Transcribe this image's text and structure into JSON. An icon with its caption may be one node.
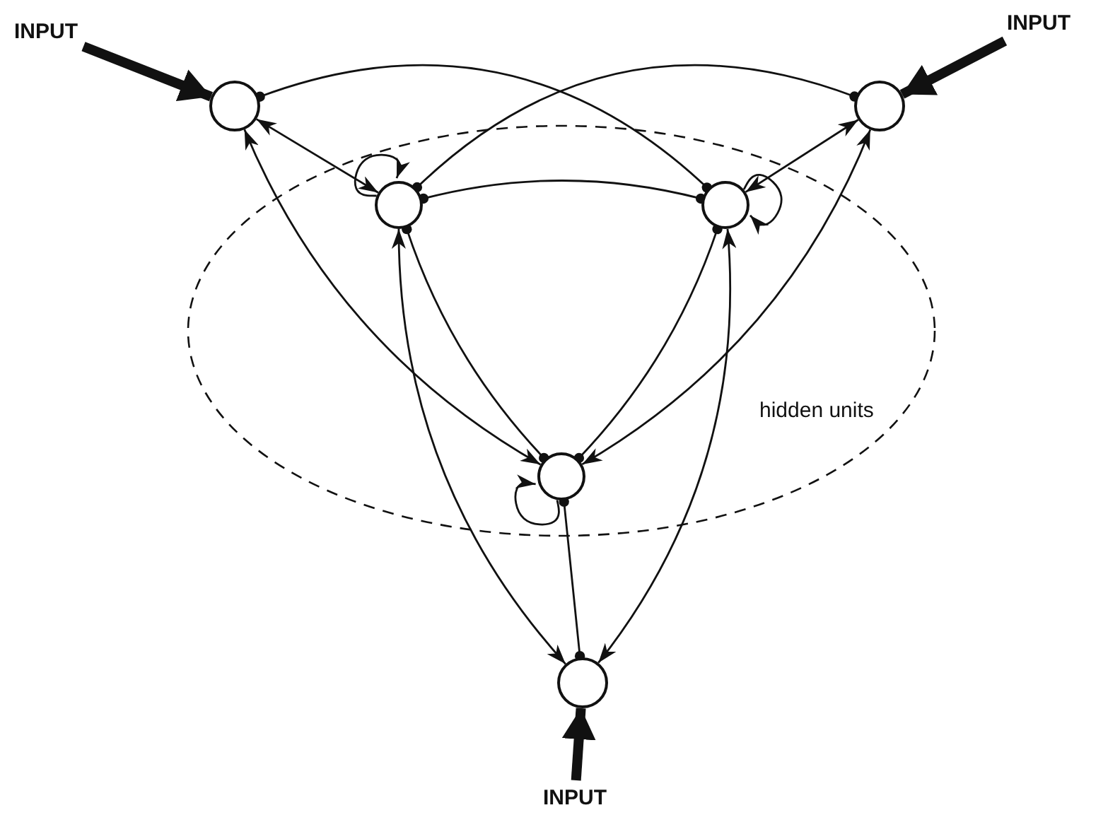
{
  "diagram": {
    "nodes": [
      {
        "text": [
          "INPUT"
        ]
      },
      {
        "text": [],
        "shape": "circle"
      },
      {
        "text": [
          "INPUT"
        ]
      },
      {
        "text": [],
        "shape": "circle"
      },
      {
        "text": [
          "hidden units"
        ]
      },
      {
        "text": [],
        "shape": "circle",
        "in": 4
      },
      {
        "text": [],
        "shape": "circle",
        "in": 4
      },
      {
        "text": [],
        "shape": "circle",
        "in": 4
      },
      {
        "text": [],
        "shape": "circle"
      },
      {
        "text": [
          "INPUT"
        ]
      }
    ],
    "edges": [
      {
        "from": 0,
        "to": 1,
        "arrow": "to",
        "style": "thick"
      },
      {
        "from": 2,
        "to": 3,
        "arrow": "to",
        "style": "thick"
      },
      {
        "from": 9,
        "to": 8,
        "arrow": "to",
        "style": "thick"
      },
      {
        "from": 1,
        "to": 5,
        "arrow": "both"
      },
      {
        "from": 3,
        "to": 6,
        "arrow": "both"
      },
      {
        "from": 1,
        "to": 6,
        "arrow": "other"
      },
      {
        "from": 5,
        "to": 3,
        "arrow": "other"
      },
      {
        "from": 5,
        "to": 6,
        "arrow": "other"
      },
      {
        "from": 1,
        "to": 7,
        "arrow": "both"
      },
      {
        "from": 3,
        "to": 7,
        "arrow": "both"
      },
      {
        "from": 5,
        "to": 8,
        "arrow": "both"
      },
      {
        "from": 6,
        "to": 8,
        "arrow": "both"
      },
      {
        "from": 5,
        "to": 7,
        "arrow": "other"
      },
      {
        "from": 6,
        "to": 7,
        "arrow": "other"
      },
      {
        "from": 7,
        "to": 8,
        "arrow": "other"
      },
      {
        "from": 5,
        "to": 5,
        "arrow": "to"
      },
      {
        "from": 6,
        "to": 6,
        "arrow": "to"
      },
      {
        "from": 7,
        "to": 7,
        "arrow": "to"
      }
    ]
  }
}
